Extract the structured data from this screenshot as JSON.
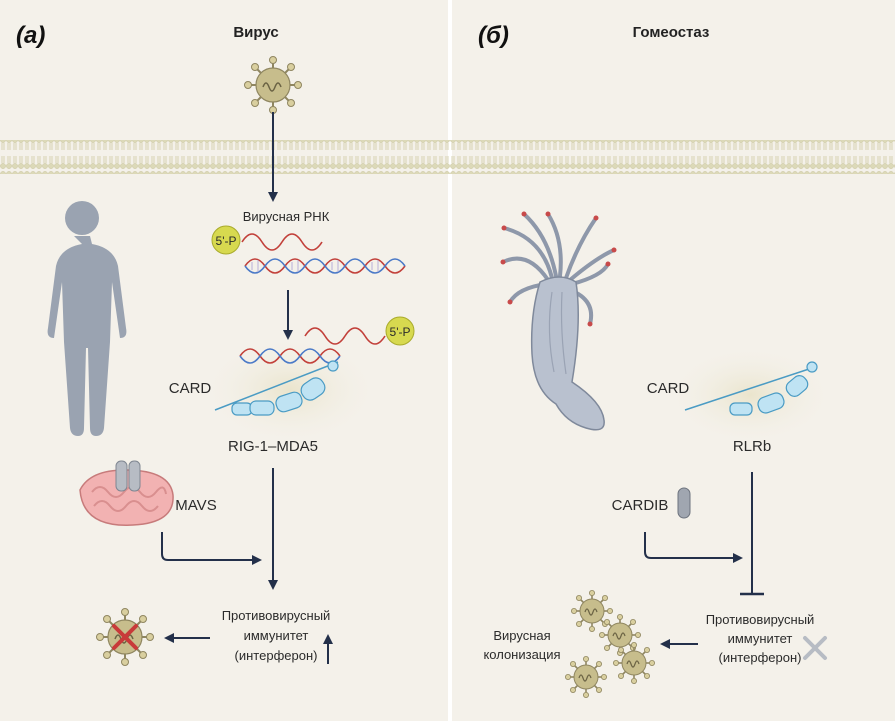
{
  "panel_a": {
    "letter": "(а)",
    "title": "Вирус",
    "viral_rna_label": "Вирусная РНК",
    "five_p_label": "5'-P",
    "five_p_label_2": "5'-P",
    "card_label": "CARD",
    "receptor_label": "RIG-1–MDA5",
    "mavs_label": "MAVS",
    "outcome_line1": "Противовирусный",
    "outcome_line2": "иммунитет",
    "outcome_line3": "(интерферон)"
  },
  "panel_b": {
    "letter": "(б)",
    "title": "Гомеостаз",
    "card_label": "CARD",
    "receptor_label": "RLRb",
    "cardib_label": "CARDIB",
    "outcome_line1": "Противовирусный",
    "outcome_line2": "иммунитет",
    "outcome_line3": "(интерферон)",
    "colonization_line1": "Вирусная",
    "colonization_line2": "колонизация"
  },
  "colors": {
    "background": "#f4f1ea",
    "arrow": "#23304a",
    "rna_red": "#c2403a",
    "rna_blue": "#4a79c7",
    "protein": "#bfe3f3",
    "protein_stroke": "#4a9bc4",
    "five_p": "#d7d94f",
    "membrane": "#dcd9b8",
    "human": "#9aa3b1",
    "mito": "#f2b2b2",
    "virus": "#c7bd8c",
    "cross_red": "#c83a3a",
    "cross_gray": "#b7bcc4"
  }
}
